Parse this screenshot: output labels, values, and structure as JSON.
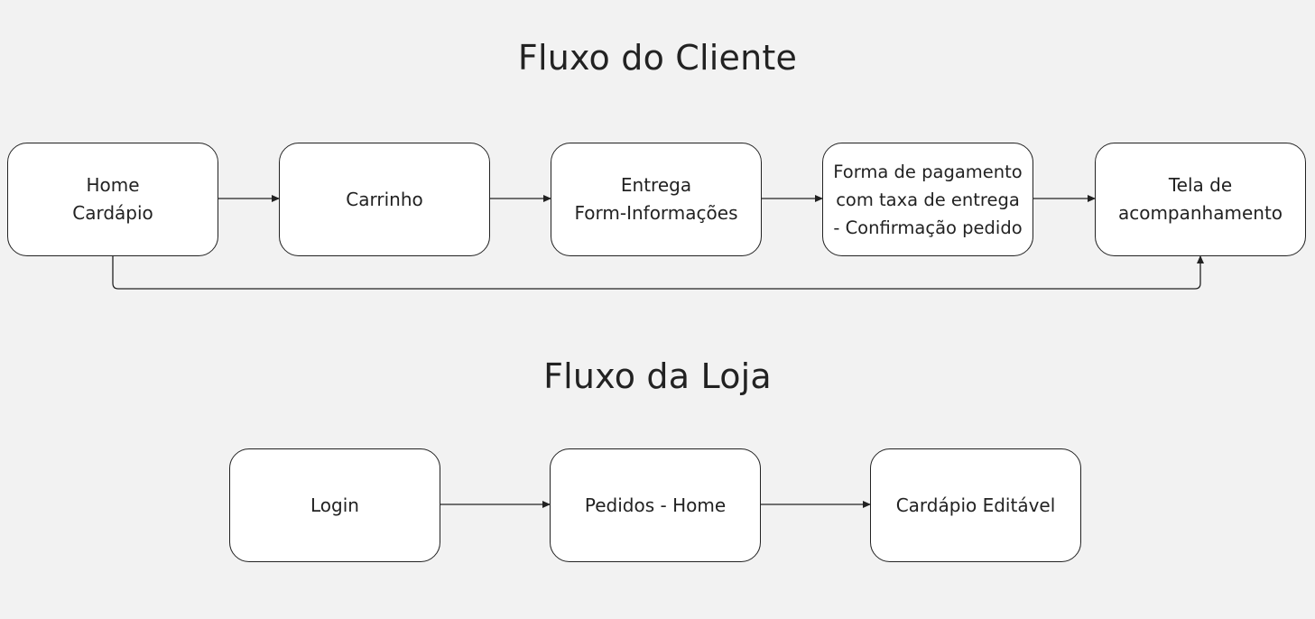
{
  "client_flow": {
    "title": "Fluxo do Cliente",
    "nodes": [
      {
        "id": "home",
        "lines": [
          "Home",
          "Cardápio"
        ]
      },
      {
        "id": "carrinho",
        "lines": [
          "Carrinho"
        ]
      },
      {
        "id": "entrega",
        "lines": [
          "Entrega",
          "Form-Informações"
        ]
      },
      {
        "id": "pagamento",
        "lines": [
          "Forma de pagamento",
          "com taxa de entrega",
          "- Confirmação pedido"
        ]
      },
      {
        "id": "acompanhamento",
        "lines": [
          "Tela de",
          "acompanhamento"
        ]
      }
    ],
    "edges": [
      {
        "from": "home",
        "to": "carrinho"
      },
      {
        "from": "carrinho",
        "to": "entrega"
      },
      {
        "from": "entrega",
        "to": "pagamento"
      },
      {
        "from": "pagamento",
        "to": "acompanhamento"
      },
      {
        "from": "home",
        "to": "acompanhamento"
      }
    ]
  },
  "store_flow": {
    "title": "Fluxo da Loja",
    "nodes": [
      {
        "id": "login",
        "lines": [
          "Login"
        ]
      },
      {
        "id": "pedidos",
        "lines": [
          "Pedidos - Home"
        ]
      },
      {
        "id": "cardapio-editavel",
        "lines": [
          "Cardápio Editável"
        ]
      }
    ],
    "edges": [
      {
        "from": "login",
        "to": "pedidos"
      },
      {
        "from": "pedidos",
        "to": "cardapio-editavel"
      }
    ]
  },
  "colors": {
    "background": "#f2f2f2",
    "node_fill": "#ffffff",
    "stroke": "#222222"
  }
}
